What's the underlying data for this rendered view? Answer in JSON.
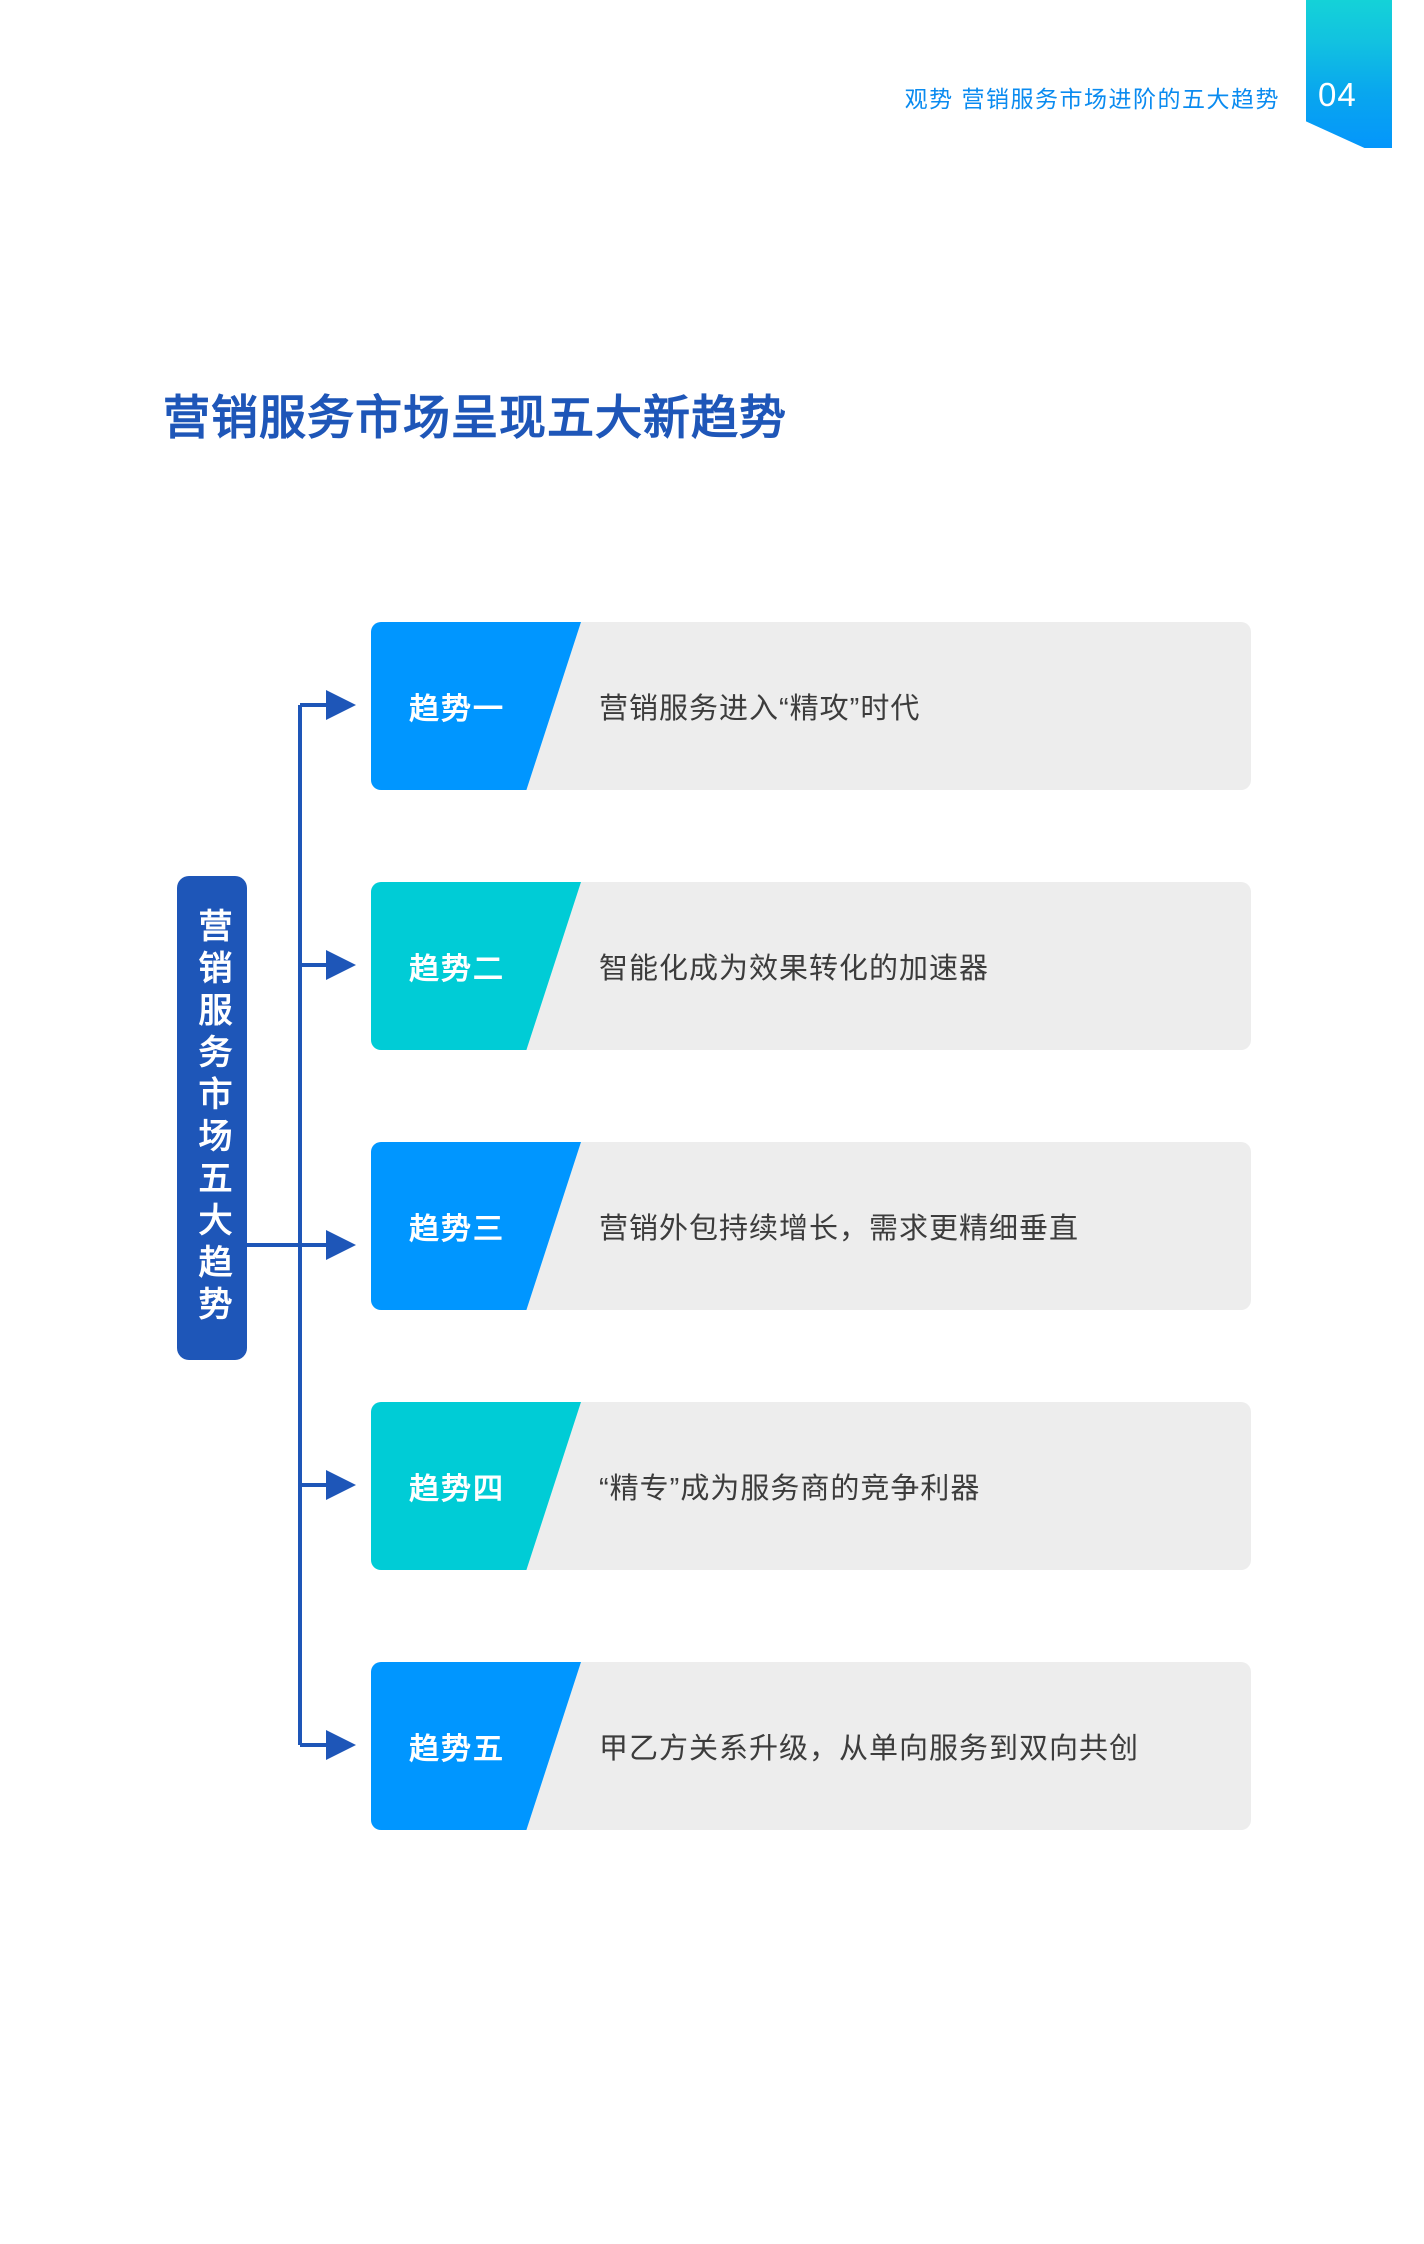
{
  "header": {
    "breadcrumb": "观势  营销服务市场进阶的五大趋势",
    "page_number": "04",
    "ribbon_gradient_start": "#14D2D8",
    "ribbon_gradient_end": "#0496FB"
  },
  "page": {
    "title": "营销服务市场呈现五大新趋势",
    "title_color": "#1E56B8",
    "background": "#FFFFFF"
  },
  "diagram": {
    "group_label": "营销服务市场五大趋势",
    "group_label_bg": "#1E56B8",
    "connector_color": "#1E56B8",
    "card_bg": "#EDEDED",
    "card_text_color": "#3C3C3C",
    "accent_blue": "#0096FF",
    "accent_teal": "#00CCD6",
    "cards": [
      {
        "tab_label": "趋势一",
        "text": "营销服务进入“精攻”时代",
        "tab_color": "#0096FF"
      },
      {
        "tab_label": "趋势二",
        "text": "智能化成为效果转化的加速器",
        "tab_color": "#00CCD6"
      },
      {
        "tab_label": "趋势三",
        "text": "营销外包持续增长，需求更精细垂直",
        "tab_color": "#0096FF"
      },
      {
        "tab_label": "趋势四",
        "text": "“精专”成为服务商的竞争利器",
        "tab_color": "#00CCD6"
      },
      {
        "tab_label": "趋势五",
        "text": "甲乙方关系升级，从单向服务到双向共创",
        "tab_color": "#0096FF"
      }
    ]
  }
}
